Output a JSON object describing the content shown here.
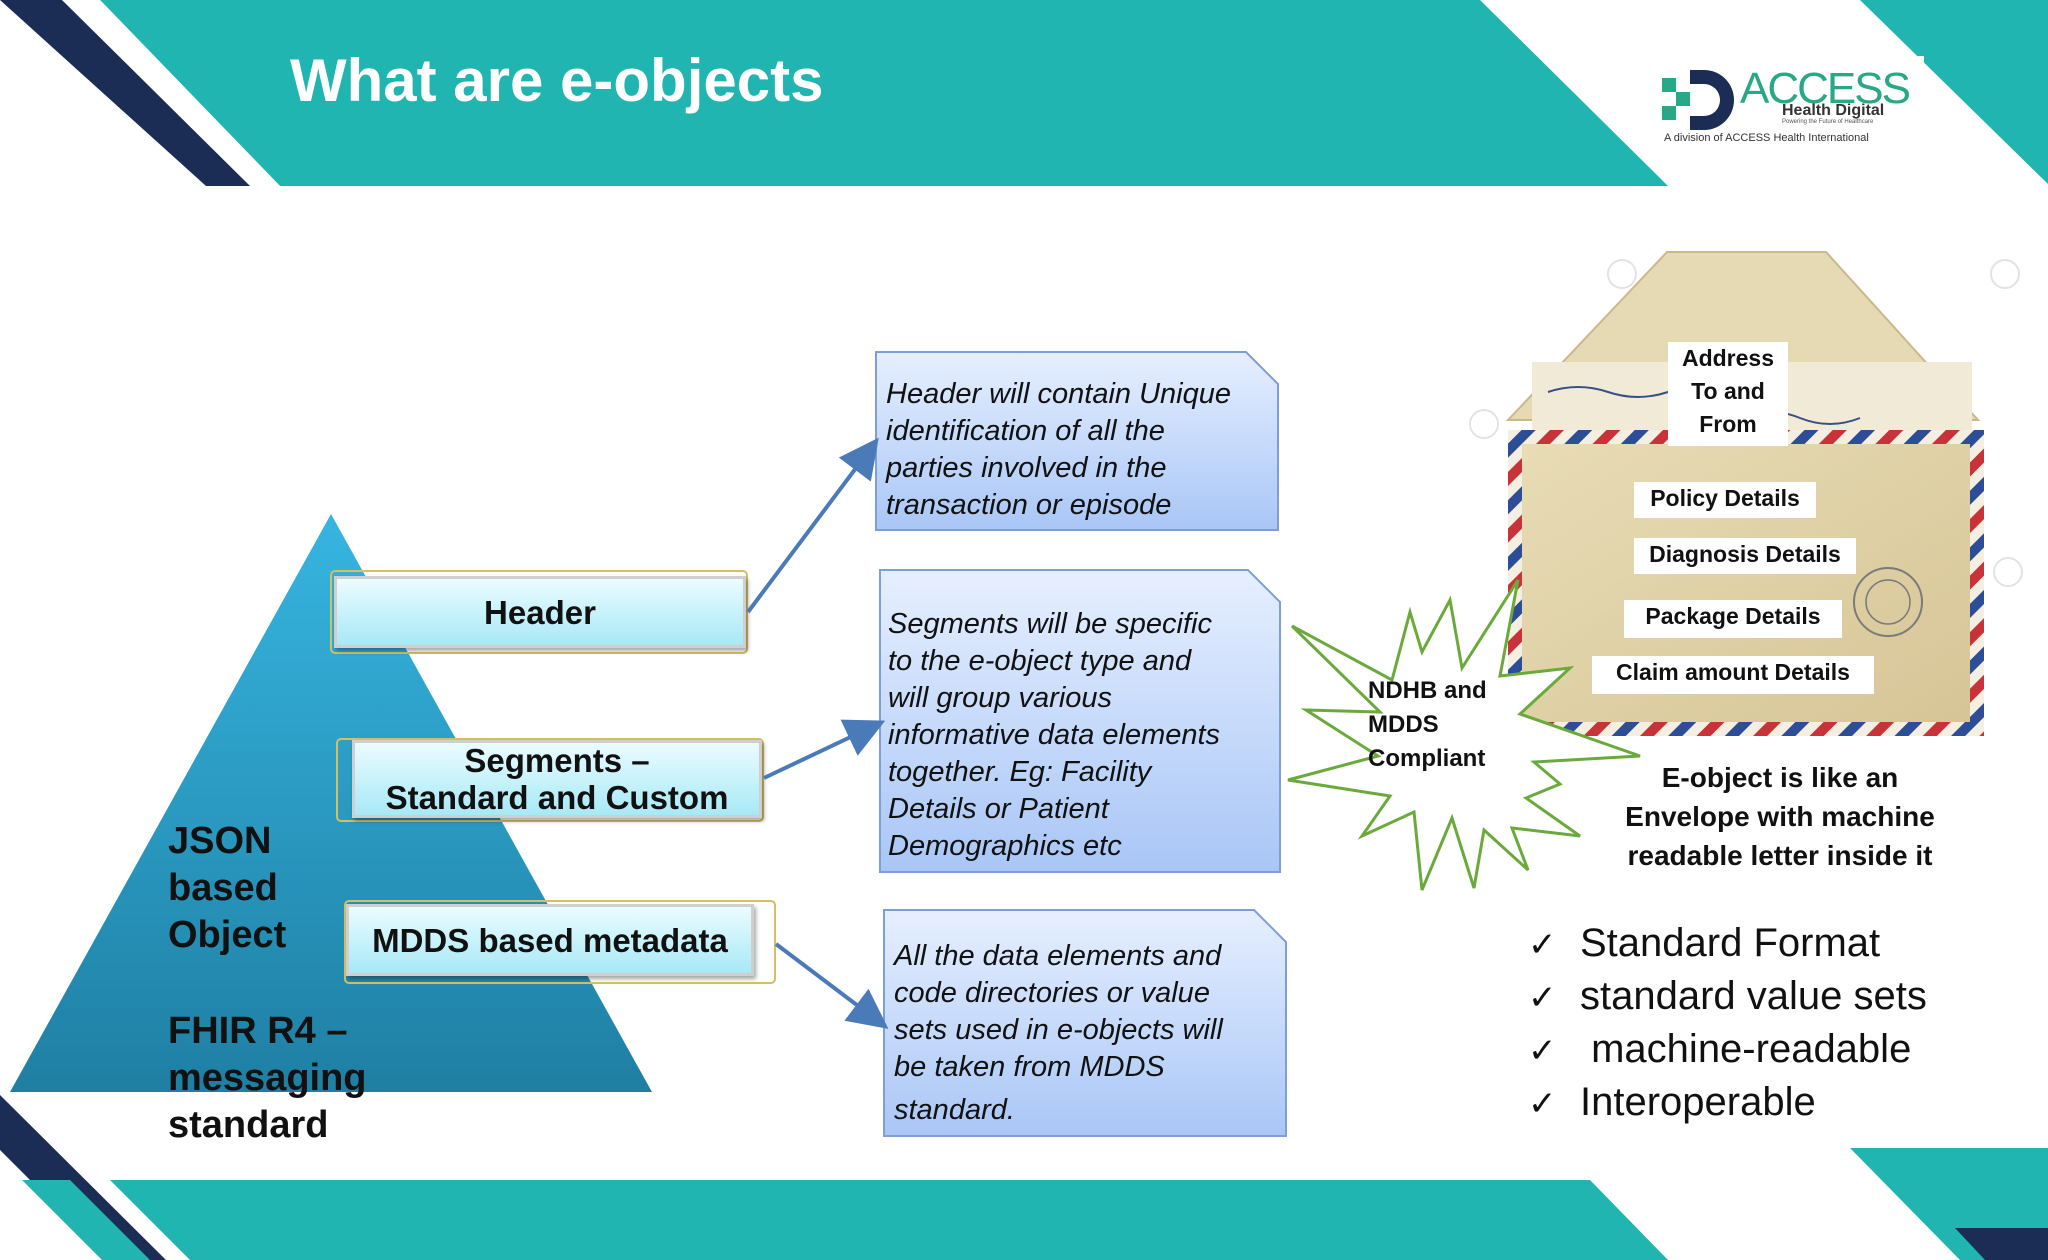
{
  "slide": {
    "title": "What are e-objects",
    "colors": {
      "teal": "#20b5b0",
      "navy": "#1b2d55",
      "box_fill": "#c3d7fb",
      "star_stroke": "#6aaa3a"
    }
  },
  "logo": {
    "brand": "ACCESS",
    "subtitle": "Health Digital",
    "tagline": "Powering the Future of Healthcare",
    "division": "A division of ACCESS Health International"
  },
  "pyramid": {
    "boxes": {
      "header": "Header",
      "segments_line1": "Segments –",
      "segments_line2": "Standard and Custom",
      "mdds": "MDDS based metadata"
    },
    "json_lines": [
      "JSON",
      "based",
      "Object"
    ],
    "fhir_lines": [
      "FHIR R4 –",
      "messaging",
      "standard"
    ]
  },
  "callouts": {
    "header": [
      "Header will contain Unique",
      "identification of all the",
      "parties involved in the",
      "transaction or episode"
    ],
    "segments": [
      "Segments will be specific",
      "to the e-object type and",
      "will group various",
      "informative data elements",
      "together. Eg: Facility",
      "Details or Patient",
      "Demographics etc"
    ],
    "mdds": [
      "All the data elements and",
      "code directories or value",
      "sets used in e-objects will",
      "be taken from MDDS",
      "standard."
    ]
  },
  "star": {
    "lines": [
      "NDHB and",
      "MDDS",
      "Compliant"
    ]
  },
  "envelope": {
    "address_lines": [
      "Address",
      "To and",
      "From"
    ],
    "labels": {
      "policy": "Policy Details",
      "diagnosis": "Diagnosis Details",
      "package": "Package Details",
      "claim": "Claim amount Details"
    },
    "caption_lines": [
      "E-object is like an",
      "Envelope with machine",
      "readable letter inside it"
    ]
  },
  "checklist": {
    "mark": "✓",
    "items": [
      "Standard Format",
      "standard value sets",
      " machine-readable",
      "Interoperable"
    ]
  }
}
